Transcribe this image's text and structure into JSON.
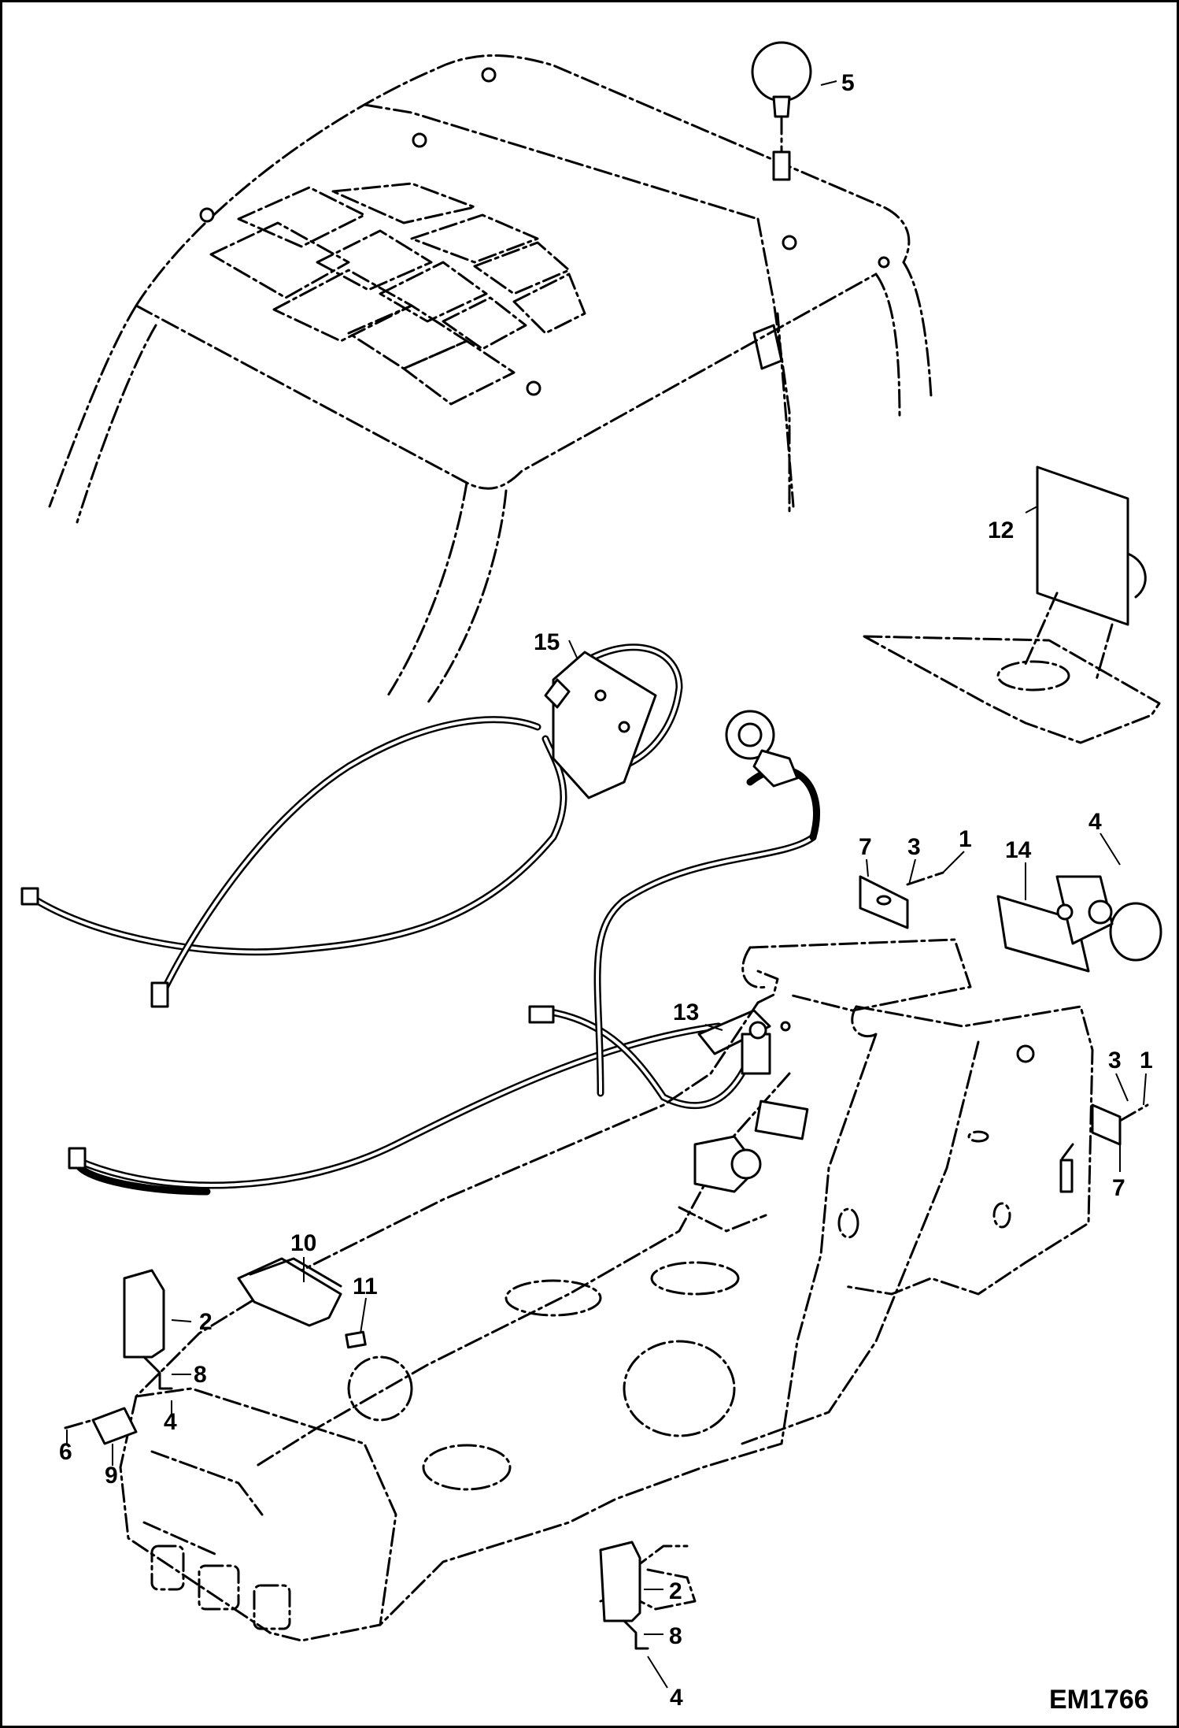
{
  "figure_code": "EM1766",
  "callouts": [
    {
      "id": "c5",
      "text": "5"
    },
    {
      "id": "c12",
      "text": "12"
    },
    {
      "id": "c15",
      "text": "15"
    },
    {
      "id": "c4a",
      "text": "4"
    },
    {
      "id": "c7a",
      "text": "7"
    },
    {
      "id": "c3a",
      "text": "3"
    },
    {
      "id": "c1a",
      "text": "1"
    },
    {
      "id": "c14",
      "text": "14"
    },
    {
      "id": "c13",
      "text": "13"
    },
    {
      "id": "c3b",
      "text": "3"
    },
    {
      "id": "c1b",
      "text": "1"
    },
    {
      "id": "c7b",
      "text": "7"
    },
    {
      "id": "c10",
      "text": "10"
    },
    {
      "id": "c11",
      "text": "11"
    },
    {
      "id": "c2a",
      "text": "2"
    },
    {
      "id": "c8a",
      "text": "8"
    },
    {
      "id": "c4b",
      "text": "4"
    },
    {
      "id": "c6",
      "text": "6"
    },
    {
      "id": "c9",
      "text": "9"
    },
    {
      "id": "c2b",
      "text": "2"
    },
    {
      "id": "c8b",
      "text": "8"
    },
    {
      "id": "c4c",
      "text": "4"
    }
  ]
}
